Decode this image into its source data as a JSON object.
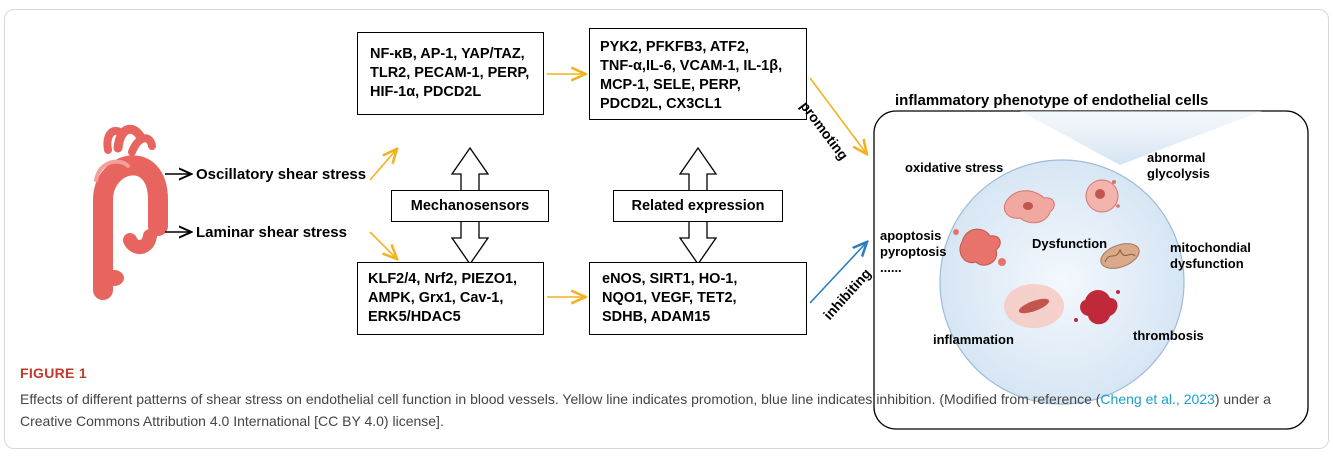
{
  "diagram": {
    "inputs": {
      "oscillatory": "Oscillatory shear stress",
      "laminar": "Laminar shear stress"
    },
    "boxes": {
      "osc_sensors": [
        "NF-κB, AP-1, YAP/TAZ,",
        "TLR2, PECAM-1, PERP,",
        "HIF-1α, PDCD2L"
      ],
      "osc_expression": [
        "PYK2, PFKFB3, ATF2,",
        "TNF-α,IL-6, VCAM-1, IL-1β,",
        "MCP-1, SELE, PERP,",
        "PDCD2L, CX3CL1"
      ],
      "lam_sensors": [
        "KLF2/4, Nrf2, PIEZO1,",
        "AMPK, Grx1, Cav-1,",
        "ERK5/HDAC5"
      ],
      "lam_expression": [
        "eNOS, SIRT1, HO-1,",
        "NQO1, VEGF, TET2,",
        "SDHB, ADAM15"
      ]
    },
    "arrow_labels": {
      "mechanosensors": "Mechanosensors",
      "related_expression": "Related expression"
    },
    "effects": {
      "promoting": "promoting",
      "inhibiting": "inhibiting"
    },
    "panel": {
      "title": "inflammatory phenotype of endothelial cells",
      "center": "Dysfunction",
      "items": {
        "oxidative_stress": "oxidative stress",
        "abnormal_glycolysis": [
          "abnormal",
          "glycolysis"
        ],
        "apoptosis": [
          "apoptosis",
          "pyroptosis",
          "......"
        ],
        "mitochondrial": [
          "mitochondial",
          "dysfunction"
        ],
        "inflammation": "inflammation",
        "thrombosis": "thrombosis"
      }
    },
    "colors": {
      "promote": "#f2b21f",
      "inhibit": "#2e7bc0",
      "vessel": "#e8645f"
    }
  },
  "caption": {
    "label": "FIGURE 1",
    "text_before": "Effects of different patterns of shear stress on endothelial cell function in blood vessels. Yellow line indicates promotion, blue line indicates inhibition. (Modified from reference (",
    "reference": "Cheng et al., 2023",
    "text_after": ") under a Creative Commons Attribution 4.0 International [CC BY 4.0) license]."
  }
}
